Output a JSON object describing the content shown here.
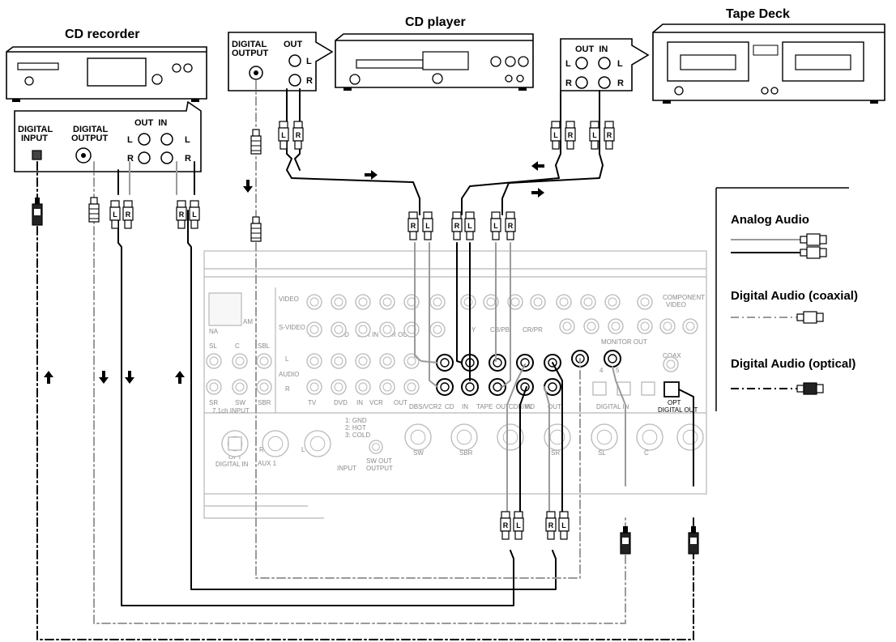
{
  "devices": {
    "cd_recorder": {
      "title": "CD recorder",
      "digital_input": [
        "DIGITAL",
        "INPUT"
      ],
      "digital_output": [
        "DIGITAL",
        "OUTPUT"
      ],
      "out_in": "OUT  IN",
      "l": "L",
      "r": "R"
    },
    "cd_player": {
      "title": "CD player",
      "digital_output": [
        "DIGITAL",
        "OUTPUT"
      ],
      "out": "OUT",
      "l": "L",
      "r": "R"
    },
    "tape_deck": {
      "title": "Tape Deck",
      "out_in": "OUT  IN",
      "l": "L",
      "r": "R"
    }
  },
  "receiver": {
    "labels": {
      "video": "VIDEO",
      "s_video": "S-VIDEO",
      "audio": "AUDIO",
      "l": "L",
      "r": "R",
      "tv": "TV",
      "dvd": "DVD",
      "vcr_in": "VCR IN",
      "vcr_out": "VCR OUT",
      "sl": "SL",
      "c": "C",
      "sbl": "SBL",
      "sr": "SR",
      "sw": "SW",
      "sbr": "SBR",
      "seven_ch_input": "7.1ch INPUT",
      "in": "IN",
      "out": "OUT",
      "vcr": "VCR",
      "dbs_vcr2": "DBS/VCR2",
      "cd": "CD",
      "tape": "TAPE",
      "cdr_md": "CDR/MD",
      "digital_in": "DIGITAL IN",
      "opt_digital_out": [
        "OPT",
        "DIGITAL OUT"
      ],
      "coax": "COAX",
      "component_video": [
        "COMPONENT",
        "VIDEO"
      ],
      "monitor_out": "MONITOR OUT",
      "y": "Y",
      "cb_pb": "CB/PB",
      "cr_pr": "CR/PR",
      "ch4": "4",
      "ch5": "5",
      "opt_digital_in": [
        "OPT",
        "DIGITAL IN"
      ],
      "aux1": "AUX 1",
      "xlr_pins": [
        "1: GND",
        "2: HOT",
        "3: COLD"
      ],
      "input": "INPUT",
      "sw_out_output": [
        "SW OUT",
        "OUTPUT"
      ],
      "am": "AM",
      "na": "NA"
    }
  },
  "legend": {
    "analog": "Analog Audio",
    "coaxial": "Digital Audio (coaxial)",
    "optical": "Digital Audio (optical)"
  },
  "plug_labels": {
    "l": "L",
    "r": "R"
  }
}
